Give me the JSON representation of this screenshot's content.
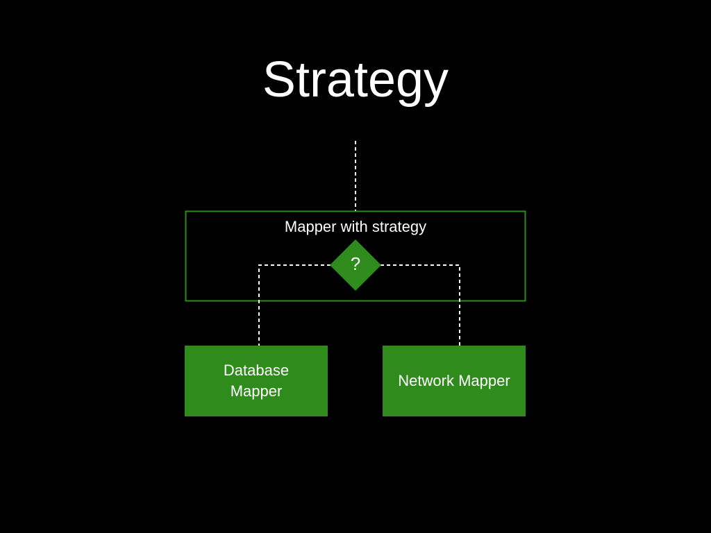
{
  "title": "Strategy",
  "colors": {
    "background": "#000000",
    "container_border": "#2e8b1c",
    "box_fill": "#2e8b1c",
    "connector": "#ffffff",
    "text": "#ffffff"
  },
  "diagram": {
    "container": {
      "label": "Mapper with strategy"
    },
    "decision": {
      "label": "?"
    },
    "nodes": [
      {
        "label": "Database Mapper"
      },
      {
        "label": "Network Mapper"
      }
    ],
    "connectors": [
      {
        "from": "above",
        "to": "Mapper with strategy",
        "style": "dashed"
      },
      {
        "from": "?",
        "to": "Database Mapper",
        "style": "dashed"
      },
      {
        "from": "?",
        "to": "Network Mapper",
        "style": "dashed"
      }
    ]
  }
}
